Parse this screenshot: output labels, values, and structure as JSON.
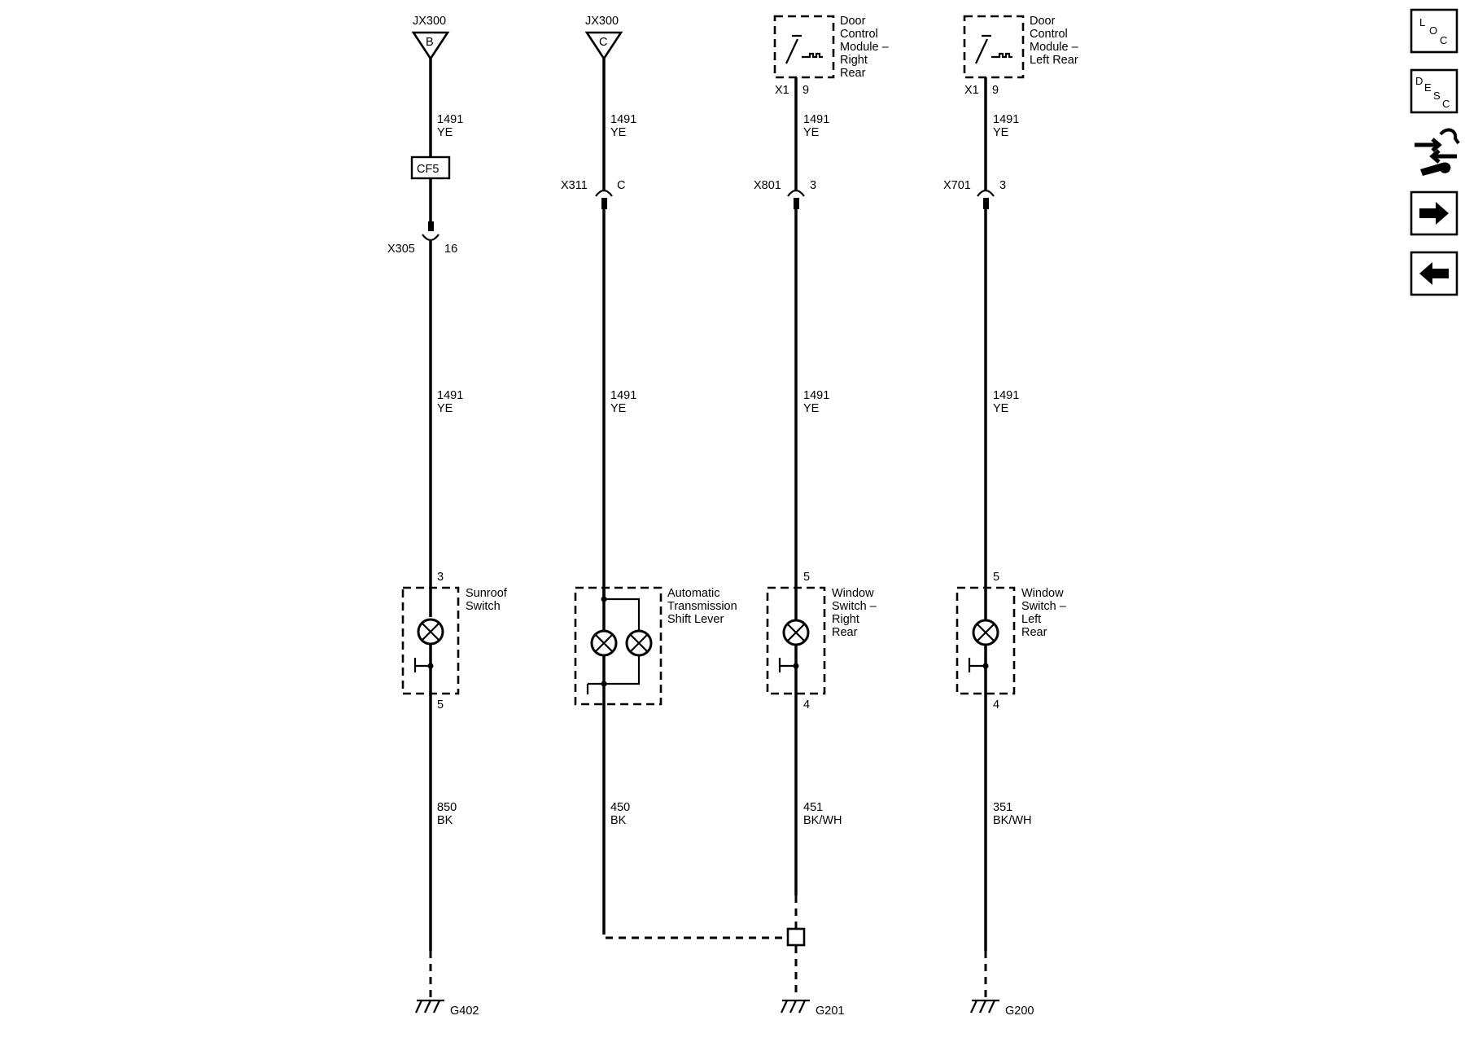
{
  "columns": [
    {
      "id": "sunroof",
      "source_top": "JX300",
      "source_pin": "B",
      "fuse": "CF5",
      "upper_wire": {
        "circuit": "1491",
        "color": "YE"
      },
      "connector": {
        "name": "X305",
        "pin": "16"
      },
      "mid_wire": {
        "circuit": "1491",
        "color": "YE"
      },
      "component": {
        "name_lines": [
          "Sunroof",
          "Switch"
        ],
        "pin_in": "3",
        "pin_out": "5"
      },
      "lower_wire": {
        "circuit": "850",
        "color": "BK"
      },
      "ground": "G402"
    },
    {
      "id": "shift-lever",
      "source_top": "JX300",
      "source_pin": "C",
      "upper_wire": {
        "circuit": "1491",
        "color": "YE"
      },
      "connector": {
        "name": "X311",
        "pin": "C"
      },
      "mid_wire": {
        "circuit": "1491",
        "color": "YE"
      },
      "component": {
        "name_lines": [
          "Automatic",
          "Transmission",
          "Shift Lever"
        ]
      },
      "lower_wire": {
        "circuit": "450",
        "color": "BK"
      }
    },
    {
      "id": "window-right-rear",
      "module": {
        "name_lines": [
          "Door",
          "Control",
          "Module –",
          "Right",
          "Rear"
        ],
        "connector": "X1",
        "pin": "9"
      },
      "upper_wire": {
        "circuit": "1491",
        "color": "YE"
      },
      "connector": {
        "name": "X801",
        "pin": "3"
      },
      "mid_wire": {
        "circuit": "1491",
        "color": "YE"
      },
      "component": {
        "name_lines": [
          "Window",
          "Switch –",
          "Right",
          "Rear"
        ],
        "pin_in": "5",
        "pin_out": "4"
      },
      "lower_wire": {
        "circuit": "451",
        "color": "BK/WH"
      },
      "ground": "G201"
    },
    {
      "id": "window-left-rear",
      "module": {
        "name_lines": [
          "Door",
          "Control",
          "Module –",
          "Left Rear"
        ],
        "connector": "X1",
        "pin": "9"
      },
      "upper_wire": {
        "circuit": "1491",
        "color": "YE"
      },
      "connector": {
        "name": "X701",
        "pin": "3"
      },
      "mid_wire": {
        "circuit": "1491",
        "color": "YE"
      },
      "component": {
        "name_lines": [
          "Window",
          "Switch –",
          "Left",
          "Rear"
        ],
        "pin_in": "5",
        "pin_out": "4"
      },
      "lower_wire": {
        "circuit": "351",
        "color": "BK/WH"
      },
      "ground": "G200"
    }
  ],
  "nav_buttons": [
    {
      "id": "location",
      "icon": "loc-icon",
      "letters": [
        "L",
        "O",
        "C"
      ]
    },
    {
      "id": "description",
      "icon": "desc-icon",
      "letters": [
        "D",
        "E",
        "S",
        "C"
      ]
    },
    {
      "id": "diagnostics",
      "icon": "diagnostic-tools-icon"
    },
    {
      "id": "next",
      "icon": "arrow-right-icon"
    },
    {
      "id": "previous",
      "icon": "arrow-left-icon"
    }
  ],
  "colors": {
    "line": "#000000",
    "background": "#ffffff"
  }
}
